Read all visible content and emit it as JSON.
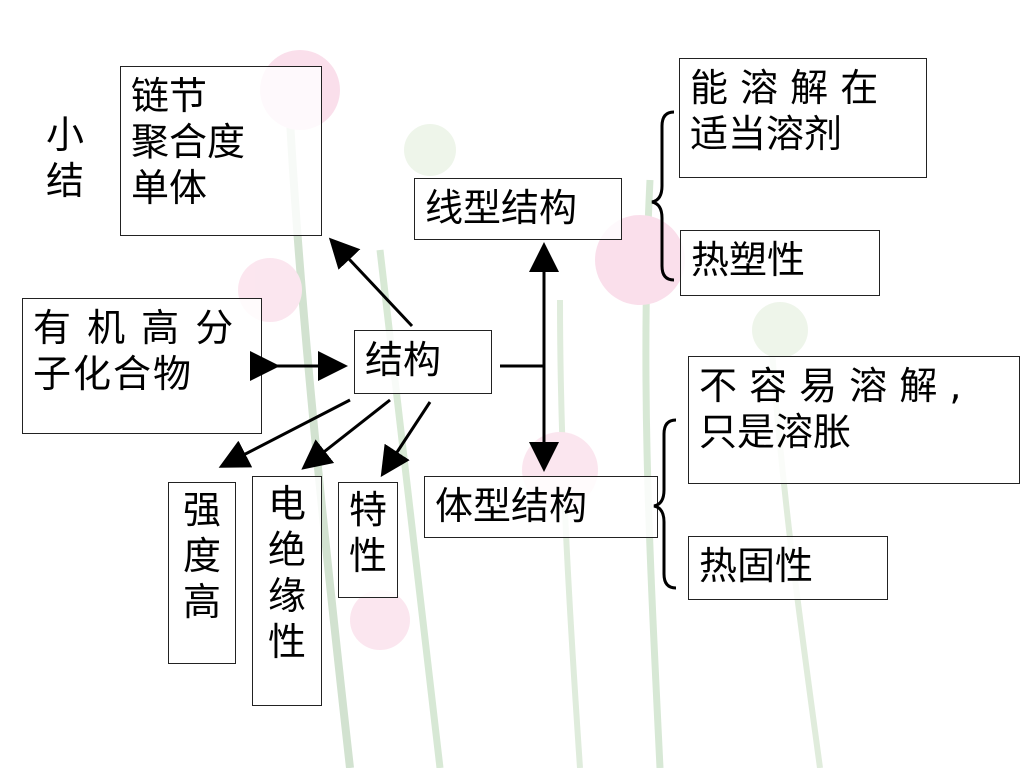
{
  "summary_title": "小\n结",
  "nodes": {
    "links": "链节\n聚合度\n单体",
    "organic": "有 机 高 分\n子化合物",
    "structure": "结构",
    "linear": "线型结构",
    "network": "体型结构",
    "soluble": "能 溶 解 在\n适当溶剂",
    "thermoplastic": "热塑性",
    "insoluble": "不 容 易 溶 解 ,\n只是溶胀",
    "thermoset": "热固性",
    "strength": "强\n度\n高",
    "insulation": "电\n绝\n缘\n性",
    "property": "特\n性"
  }
}
